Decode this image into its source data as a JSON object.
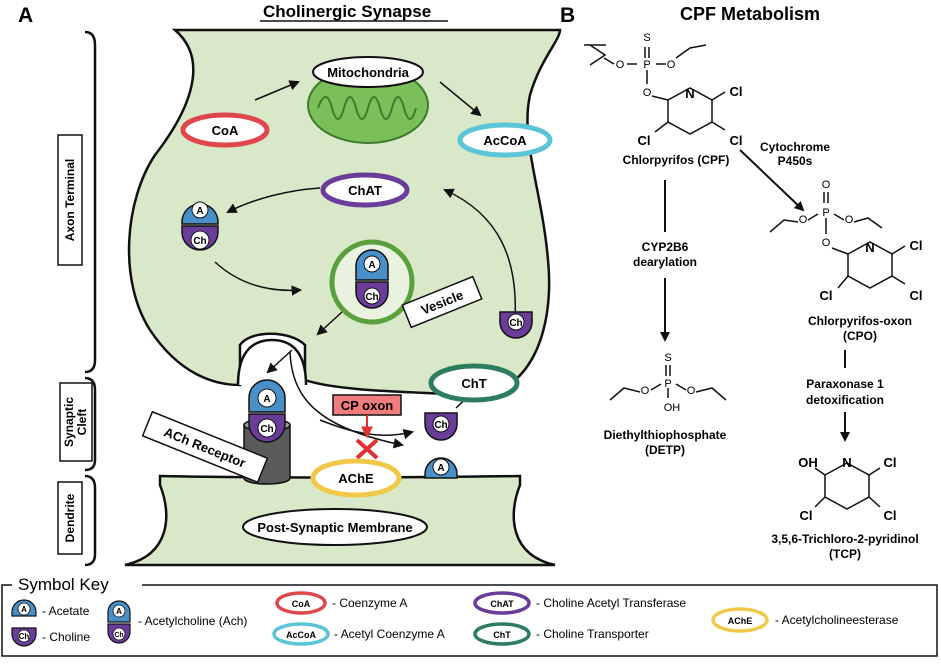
{
  "panel_a": {
    "letter": "A",
    "title": "Cholinergic Synapse",
    "regions": {
      "axon_terminal": "Axon Terminal",
      "synaptic_cleft_1": "Synaptic",
      "synaptic_cleft_2": "Cleft",
      "dendrite": "Dendrite"
    },
    "labels": {
      "mitochondria": "Mitochondria",
      "coa": "CoA",
      "accoa": "AcCoA",
      "chat": "ChAT",
      "vesicle": "Vesicle",
      "cht": "ChT",
      "cp_oxon": "CP oxon",
      "ache": "AChE",
      "ach_receptor": "ACh Receptor",
      "post_synaptic": "Post-Synaptic Membrane",
      "a": "A",
      "ch": "Ch"
    },
    "colors": {
      "cytoplasm": "#d8e8c8",
      "coa_ring": "#e0474c",
      "accoa_ring": "#5bc4d6",
      "chat_ring": "#6a3d9a",
      "cht_ring": "#2e7d60",
      "ache_ring": "#f2c84b",
      "acetate": "#4a90c8",
      "choline": "#6a3d9a",
      "vesicle_ring": "#5aa03c",
      "cp_oxon_box": "#f07d7d",
      "inhibit_x": "#e03030"
    }
  },
  "panel_b": {
    "letter": "B",
    "title": "CPF Metabolism",
    "compounds": {
      "cpf": "Chlorpyrifos (CPF)",
      "cpo_1": "Chlorpyrifos-oxon",
      "cpo_2": "(CPO)",
      "detp_1": "Diethylthiophosphate",
      "detp_2": "(DETP)",
      "tcp_1": "3,5,6-Trichloro-2-pyridinol",
      "tcp_2": "(TCP)"
    },
    "enzymes": {
      "cyp450_1": "Cytochrome",
      "cyp450_2": "P450s",
      "cyp2b6_1": "CYP2B6",
      "cyp2b6_2": "dearylation",
      "pon1_1": "Paraxonase 1",
      "pon1_2": "detoxification"
    },
    "atoms": {
      "S": "S",
      "O": "O",
      "P": "P",
      "N": "N",
      "Cl": "Cl",
      "OH": "OH"
    }
  },
  "key": {
    "title": "Symbol Key",
    "items": {
      "acetate": "- Acetate",
      "choline": "- Choline",
      "ach": "- Acetylcholine (Ach)",
      "coa": "- Coenzyme A",
      "accoa": "- Acetyl Coenzyme A",
      "chat": "- Choline Acetyl Transferase",
      "cht": "- Choline Transporter",
      "ache": "- Acetylcholineesterase"
    },
    "badges": {
      "coa": "CoA",
      "accoa": "AcCoA",
      "chat": "ChAT",
      "cht": "ChT",
      "ache": "AChE",
      "a": "A",
      "ch": "Ch"
    }
  }
}
